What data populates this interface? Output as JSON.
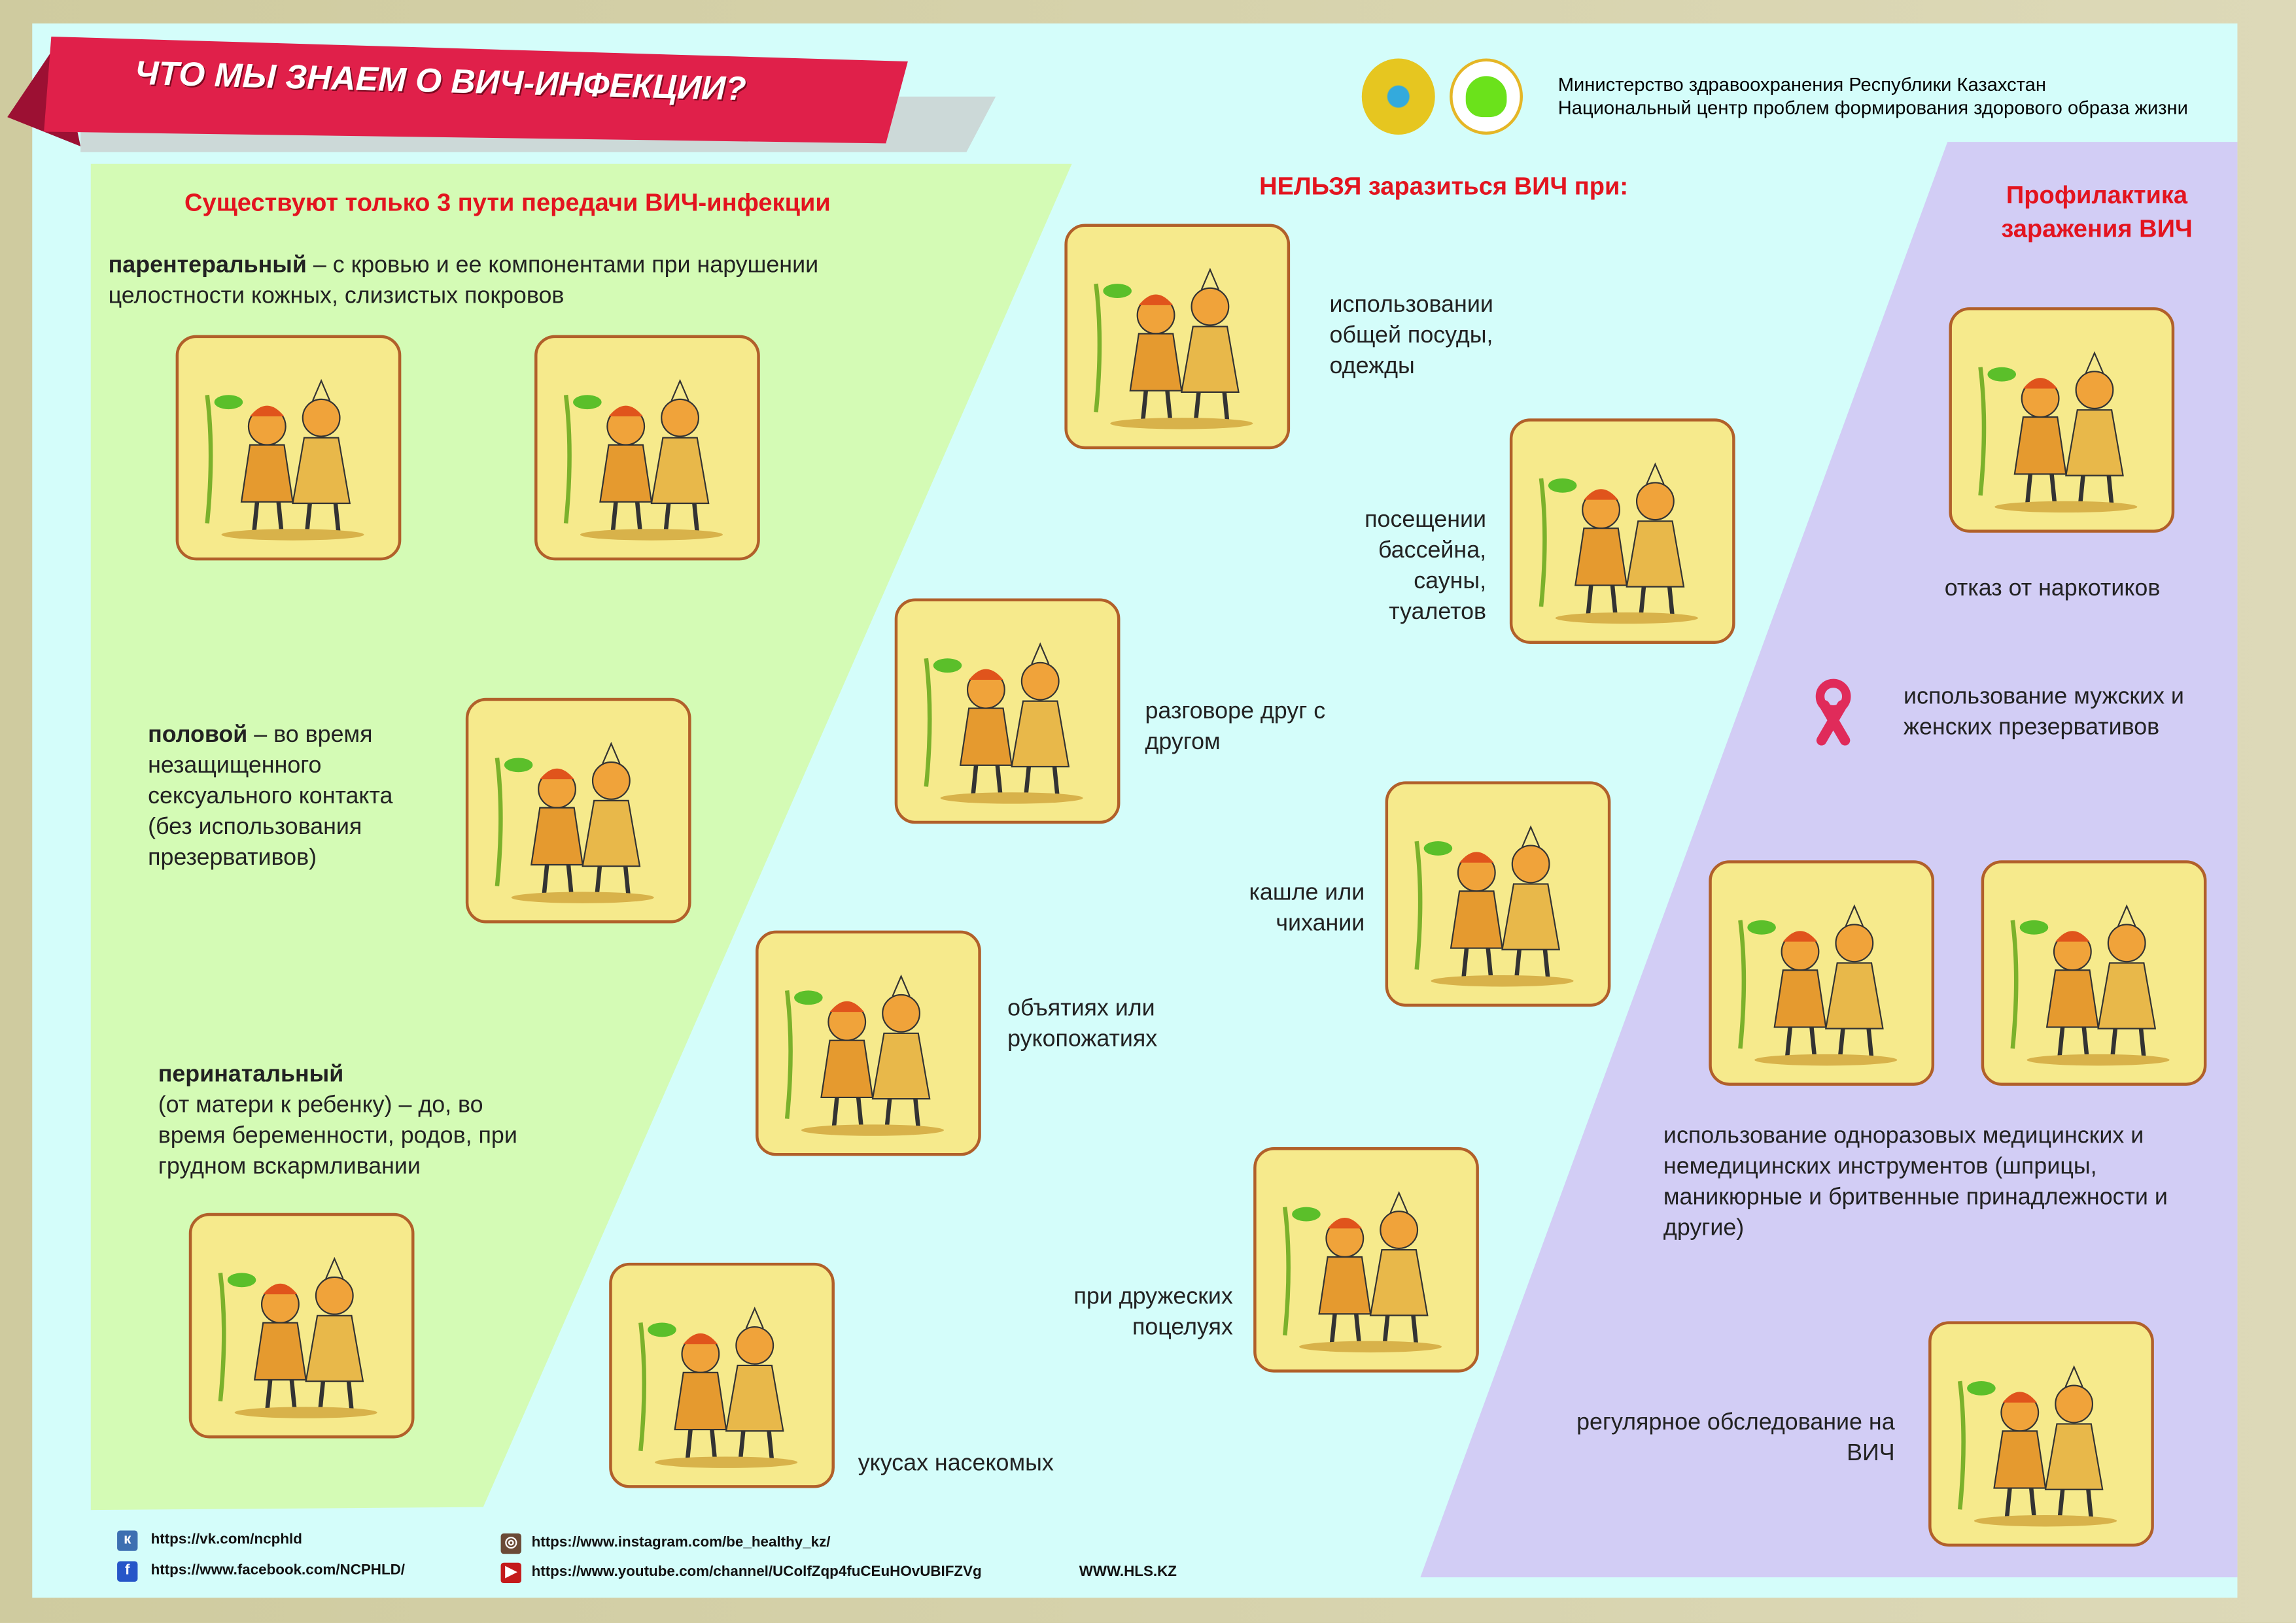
{
  "title": "ЧТО МЫ ЗНАЕМ О ВИЧ-ИНФЕКЦИИ?",
  "org": {
    "line1": "Министерство здравоохранения Республики Казахстан",
    "line2": "Национальный центр проблем формирования здорового образа жизни"
  },
  "colors": {
    "green_zone": "#d4fbb5",
    "purple_zone": "#d2cdf5",
    "panel": "#d4fdfa",
    "accent": "#e3141f",
    "card": "#f6ea8c",
    "card_border": "#b1602a"
  },
  "transmission": {
    "heading": "Существуют только 3 пути передачи ВИЧ-инфекции",
    "parenteral_bold": "парентеральный",
    "parenteral_text": " – с кровью и ее компонентами при нарушении целостности кожных, слизистых покровов",
    "sexual_bold": "половой",
    "sexual_text": " – во время незащищенного сексуального контакта (без использования презервативов)",
    "perinatal_bold": "перинатальный",
    "perinatal_text": "(от матери к ребенку) – до, во время беременности, родов, при грудном вскармливании"
  },
  "cannot": {
    "heading": "НЕЛЬЗЯ заразиться ВИЧ при:",
    "items": [
      "использовании общей посуды, одежды",
      "посещении бассейна, сауны, туалетов",
      "разговоре друг с другом",
      "кашле или чихании",
      "объятиях или рукопожатиях",
      "при дружеских поцелуях",
      "укусах насекомых"
    ]
  },
  "prevention": {
    "heading": "Профилактика заражения ВИЧ",
    "items": [
      "отказ от наркотиков",
      "использование мужских и женских презервативов",
      "использование одноразовых медицинских и немедицинских инструментов (шприцы, маникюрные и бритвенные принадлежности и другие)",
      "регулярное обследование на ВИЧ"
    ]
  },
  "footer": {
    "vk": "https://vk.com/ncphld",
    "facebook": "https://www.facebook.com/NCPHLD/",
    "instagram": "https://www.instagram.com/be_healthy_kz/",
    "youtube": "https://www.youtube.com/channel/UColfZqp4fuCEuHOvUBIFZVg",
    "site": "WWW.HLS.KZ"
  }
}
